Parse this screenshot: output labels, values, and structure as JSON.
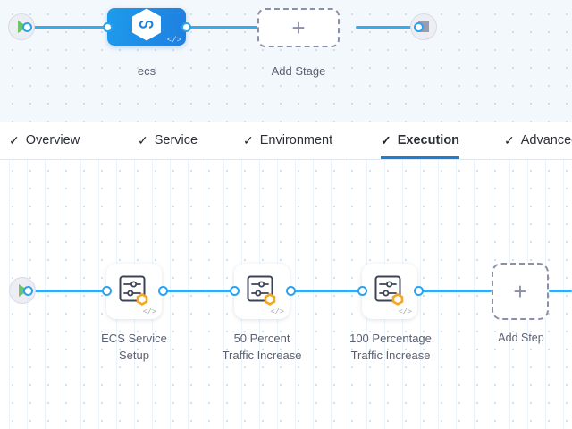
{
  "stage_pipeline": {
    "start_node": {
      "icon": "play-icon"
    },
    "end_node": {
      "icon": "stop-square-icon"
    },
    "stages": [
      {
        "label": "ecs",
        "icon": "harness-hexagon-icon",
        "badge": "code-icon",
        "badge_text": "</>"
      }
    ],
    "add_stage": {
      "label": "Add Stage",
      "icon": "plus-icon",
      "glyph": "+"
    }
  },
  "tabs": [
    {
      "label": "Overview",
      "check": "✓",
      "active": false
    },
    {
      "label": "Service",
      "check": "✓",
      "active": false
    },
    {
      "label": "Environment",
      "check": "✓",
      "active": false
    },
    {
      "label": "Execution",
      "check": "✓",
      "active": true
    },
    {
      "label": "Advanced",
      "check": "✓",
      "active": false
    }
  ],
  "step_pipeline": {
    "start_node": {
      "icon": "play-icon"
    },
    "steps": [
      {
        "label_line1": "ECS Service",
        "label_line2": "Setup",
        "icon": "step-settings-icon",
        "badge": "harness-hexagon-badge",
        "badge_text": "</>"
      },
      {
        "label_line1": "50 Percent",
        "label_line2": "Traffic Increase",
        "icon": "step-settings-icon",
        "badge": "harness-hexagon-badge",
        "badge_text": "</>"
      },
      {
        "label_line1": "100 Percentage",
        "label_line2": "Traffic Increase",
        "icon": "step-settings-icon",
        "badge": "harness-hexagon-badge",
        "badge_text": "</>"
      }
    ],
    "add_step": {
      "label": "Add Step",
      "icon": "plus-icon",
      "glyph": "+"
    }
  },
  "colors": {
    "connector": "#38abf0",
    "stage_node": "#1d9bec",
    "active_tab_underline": "#1a7fd4",
    "badge_orange": "#f5a623",
    "start_play": "#6cc46c",
    "stage_canvas_bg": "#f3f8fd",
    "step_canvas_bg": "#ffffff"
  }
}
